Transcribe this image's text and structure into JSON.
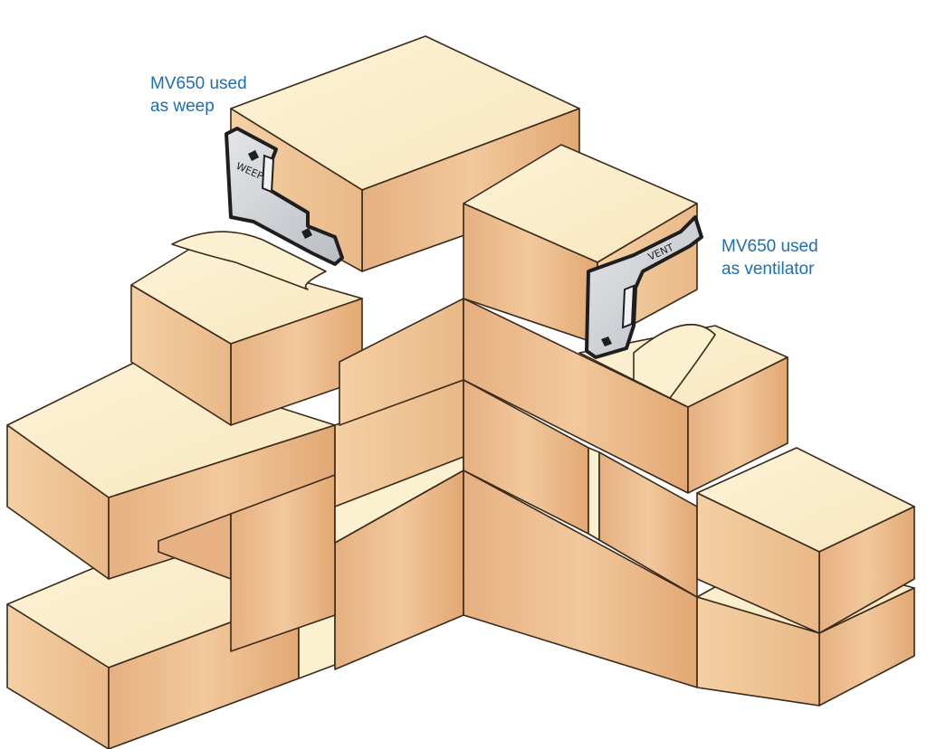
{
  "colors": {
    "label": "#1a6fb5",
    "brick_front": "#eab886",
    "brick_side": "#f0c79a",
    "brick_top": "#faebc8",
    "mortar": "#fbf0cf",
    "outline": "#3a2a1a",
    "vent_metal": "#c9ccd0",
    "vent_outline": "#1e1e1e"
  },
  "callouts": {
    "weep": {
      "line1": "MV650 used",
      "line2": "as weep"
    },
    "ventilator": {
      "line1": "MV650 used",
      "line2": "as ventilator"
    }
  },
  "units": {
    "weep_text": "WEEP",
    "vent_text": "VENT"
  },
  "icons": [
    "brick-wall",
    "weep-vent-unit",
    "ventilator-unit"
  ]
}
